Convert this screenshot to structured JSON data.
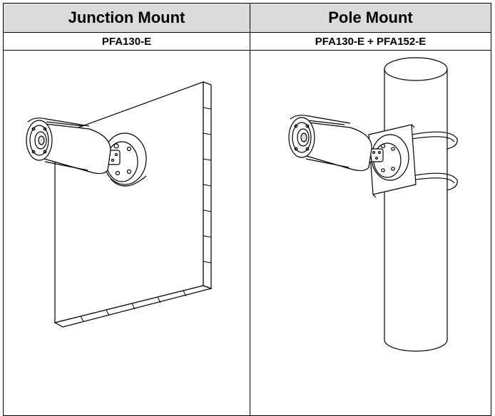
{
  "table": {
    "headers": [
      "Junction Mount",
      "Pole Mount"
    ],
    "models": [
      "PFA130-E",
      "PFA130-E + PFA152-E"
    ]
  },
  "colors": {
    "header_bg": "#dcdcdc",
    "line": "#000000"
  }
}
